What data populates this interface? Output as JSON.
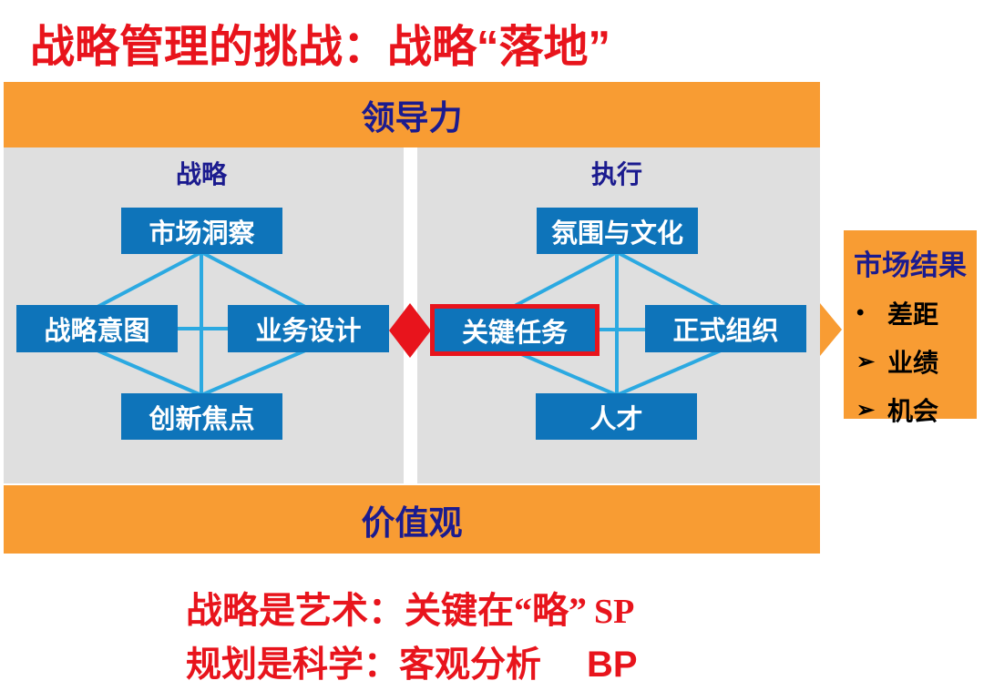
{
  "title": "战略管理的挑战：战略“落地”",
  "framework": {
    "top_banner": "领导力",
    "bottom_banner": "价值观",
    "strategy_panel": {
      "label": "战略",
      "nodes": {
        "top": "市场洞察",
        "left": "战略意图",
        "right": "业务设计",
        "bottom": "创新焦点"
      }
    },
    "execution_panel": {
      "label": "执行",
      "nodes": {
        "top": "氛围与文化",
        "left": "关键任务",
        "right": "正式组织",
        "bottom": "人才"
      }
    },
    "market_results": {
      "title": "市场结果",
      "items": [
        {
          "bullet": "•",
          "label": "差距"
        },
        {
          "bullet": "➢",
          "label": "业绩"
        },
        {
          "bullet": "➢",
          "label": "机会"
        }
      ]
    }
  },
  "footnotes": [
    {
      "text": "战略是艺术：关键在“略”",
      "suffix": "SP"
    },
    {
      "text": "规划是科学：客观分析",
      "suffix": "BP"
    }
  ],
  "colors": {
    "title_red": "#E8141C",
    "highlight_red": "#E8141C",
    "banner_orange": "#F89C33",
    "navy_text": "#1B1B8F",
    "box_blue": "#0E74BA",
    "connector_blue": "#2BA9E1",
    "panel_gray": "#DFDFDF",
    "bullet_black": "#000000"
  }
}
